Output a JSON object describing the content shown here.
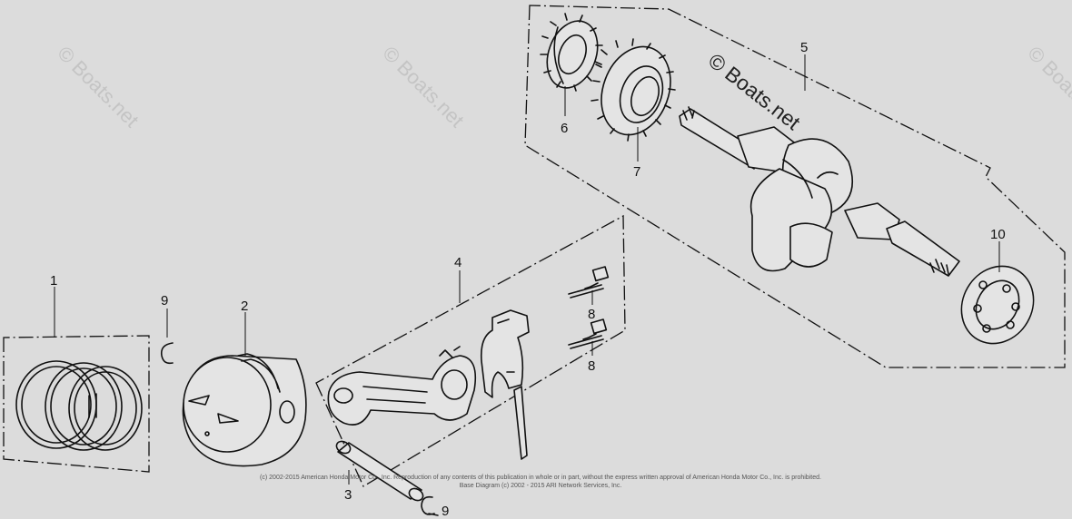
{
  "diagram": {
    "watermarks": [
      "© Boats.net",
      "© Boats.net",
      "© Boats.net",
      "© Boats.net"
    ],
    "callouts": {
      "c1": "1",
      "c2": "2",
      "c3": "3",
      "c4": "4",
      "c5": "5",
      "c6": "6",
      "c7": "7",
      "c8a": "8",
      "c8b": "8",
      "c9a": "9",
      "c9b": "9",
      "c10": "10"
    },
    "copyright": {
      "line1": "(c) 2002-2015 American Honda Motor Co., Inc. Reproduction of any contents of this publication in whole or in part, without the express written approval of American Honda Motor Co., Inc. is prohibited.",
      "line2": "Base Diagram (c) 2002 - 2015 ARI Network Services, Inc."
    }
  }
}
